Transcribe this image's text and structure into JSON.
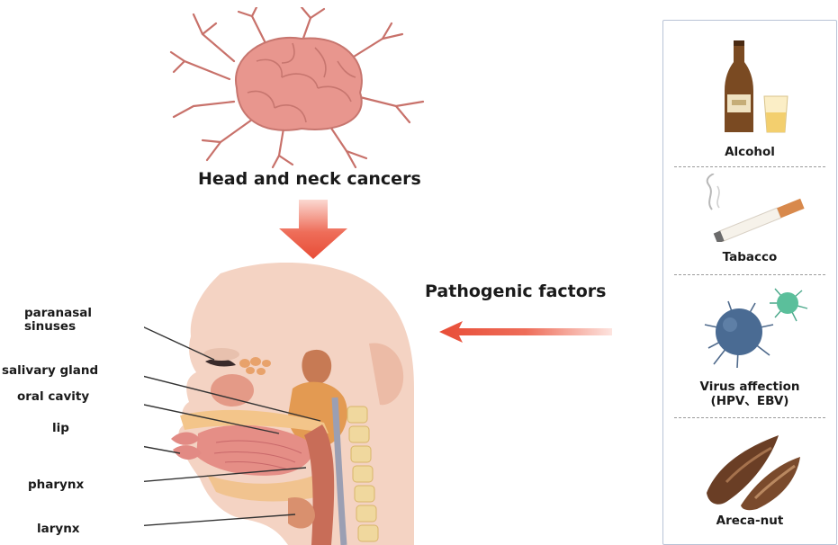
{
  "top": {
    "title": "Head and neck cancers"
  },
  "arrow_label": "Pathogenic factors",
  "anatomy_labels": {
    "paranasal_line1": "paranasal",
    "paranasal_line2": "sinuses",
    "salivary": "salivary gland",
    "oral": "oral cavity",
    "lip": "lip",
    "pharynx": "pharynx",
    "larynx": "larynx"
  },
  "factors": {
    "alcohol": "Alcohol",
    "tobacco": "Tabacco",
    "virus_line1": "Virus affection",
    "virus_line2": "(HPV、EBV)",
    "areca": "Areca-nut"
  },
  "colors": {
    "arrow": "#ec5b47",
    "tumor": "#e8968e",
    "panel_border": "#b9c3d6"
  }
}
